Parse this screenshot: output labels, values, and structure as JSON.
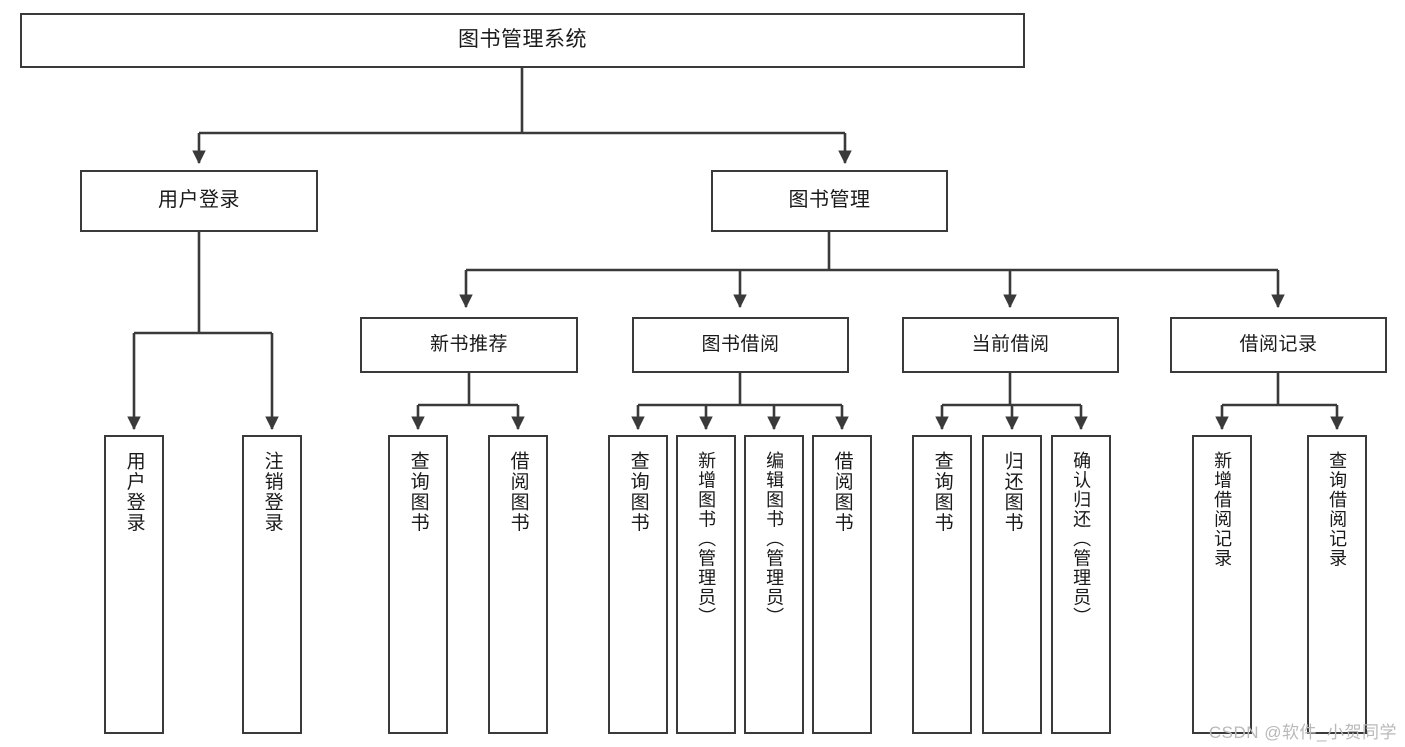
{
  "diagram": {
    "title": "图书管理系统",
    "type": "hierarchy-tree",
    "watermark": "CSDN @软件_小贺同学",
    "colors": {
      "border": "#3a3a3a",
      "background": "#ffffff",
      "text": "#1a1a1a",
      "watermark": "#b9b9b9"
    }
  },
  "root": {
    "label": "图书管理系统"
  },
  "level1": [
    {
      "label": "用户登录"
    },
    {
      "label": "图书管理"
    }
  ],
  "level2": [
    {
      "label": "新书推荐"
    },
    {
      "label": "图书借阅"
    },
    {
      "label": "当前借阅"
    },
    {
      "label": "借阅记录"
    }
  ],
  "leaves": {
    "user_login": [
      {
        "label": "用户登录"
      },
      {
        "label": "注销登录"
      }
    ],
    "new_book": [
      {
        "label": "查询图书"
      },
      {
        "label": "借阅图书"
      }
    ],
    "book_borrow": [
      {
        "label": "查询图书"
      },
      {
        "label": "新增图书（管理员）"
      },
      {
        "label": "编辑图书（管理员）"
      },
      {
        "label": "借阅图书"
      }
    ],
    "current_borrow": [
      {
        "label": "查询图书"
      },
      {
        "label": "归还图书"
      },
      {
        "label": "确认归还（管理员）"
      }
    ],
    "borrow_record": [
      {
        "label": "新增借阅记录"
      },
      {
        "label": "查询借阅记录"
      }
    ]
  }
}
